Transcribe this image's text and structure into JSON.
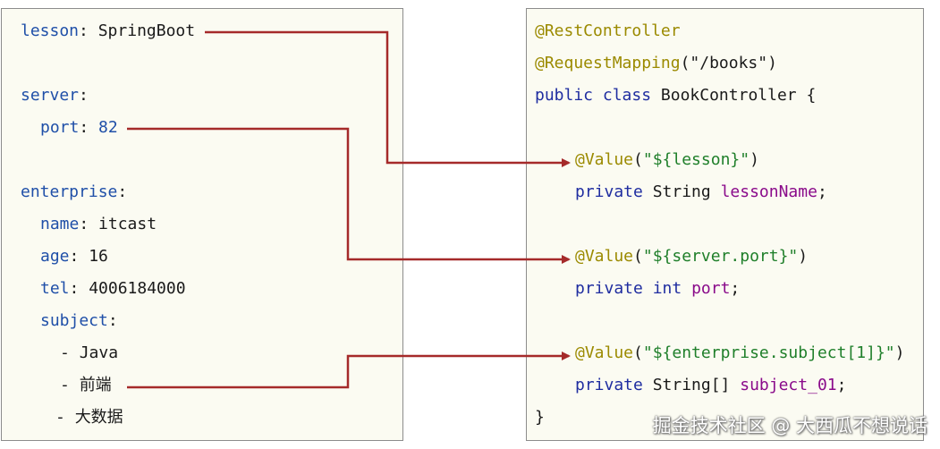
{
  "yaml": {
    "lesson_key": "lesson",
    "lesson_value": "SpringBoot",
    "server_key": "server",
    "port_key": "port",
    "port_value": "82",
    "enterprise_key": "enterprise",
    "name_key": "name",
    "name_value": "itcast",
    "age_key": "age",
    "age_value": "16",
    "tel_key": "tel",
    "tel_value": "4006184000",
    "subject_key": "subject",
    "subject_items": [
      "Java",
      "前端",
      "大数据"
    ]
  },
  "java": {
    "ann_rest": "@RestController",
    "ann_mapping": "@RequestMapping",
    "mapping_arg": "(\"/books\")",
    "kw_public": "public",
    "kw_class": "class",
    "class_name": "BookController {",
    "value1_ann": "@Value",
    "value1_arg": "\"${lesson}\"",
    "field1_mod": "private",
    "field1_type": "String",
    "field1_name": "lessonName",
    "value2_ann": "@Value",
    "value2_arg": "\"${server.port}\"",
    "field2_mod": "private",
    "field2_type": "int",
    "field2_name": "port",
    "value3_ann": "@Value",
    "value3_arg": "\"${enterprise.subject[1]}\"",
    "field3_mod": "private",
    "field3_type": "String[]",
    "field3_name": "subject_01",
    "closing": "}"
  },
  "colors": {
    "arrow": "#a52a2a",
    "panel": "#fbfbf2",
    "border": "#8c8c8c"
  },
  "watermark": "掘金技术社区 @ 大西瓜不想说话"
}
